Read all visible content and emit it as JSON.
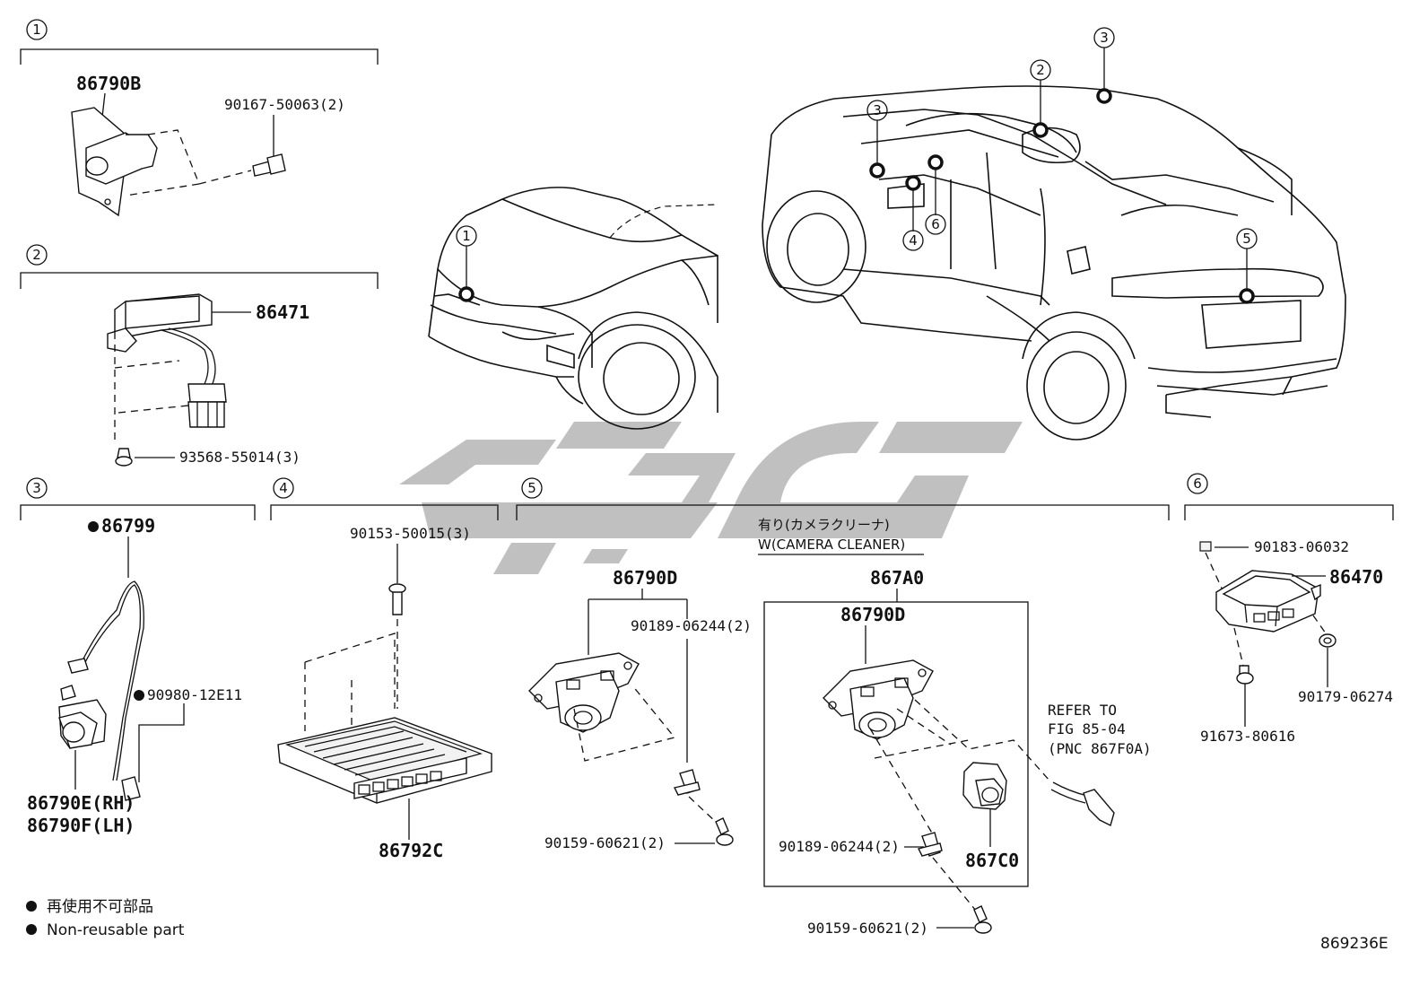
{
  "callouts": {
    "c1": "1",
    "c2": "2",
    "c3": "3",
    "c4": "4",
    "c5": "5",
    "c6": "6"
  },
  "parts": {
    "p86790B": "86790B",
    "p90167": "90167-50063(2)",
    "p86471": "86471",
    "p93568": "93568-55014(3)",
    "p86799": "86799",
    "p90980": "90980-12E11",
    "p86790E": "86790E(RH)",
    "p86790F": "86790F(LH)",
    "p90153": "90153-50015(3)",
    "p86792C": "86792C",
    "p86790D_a": "86790D",
    "p90189_a": "90189-06244(2)",
    "p90159_a": "90159-60621(2)",
    "p867A0": "867A0",
    "p86790D_b": "86790D",
    "p90189_b": "90189-06244(2)",
    "p867C0": "867C0",
    "p90159_b": "90159-60621(2)",
    "p90183": "90183-06032",
    "p86470": "86470",
    "p91673": "91673-80616",
    "p90179": "90179-06274"
  },
  "camera_cleaner": {
    "jp": "有り(カメラクリーナ)",
    "en": "W(CAMERA CLEANER)"
  },
  "refer": {
    "line1": "REFER TO",
    "line2": "FIG 85-04",
    "line3": "(PNC 867F0A)"
  },
  "legend": {
    "jp": "再使用不可部品",
    "en": "Non-reusable part",
    "bullet": "●"
  },
  "figure_id": "869236E"
}
